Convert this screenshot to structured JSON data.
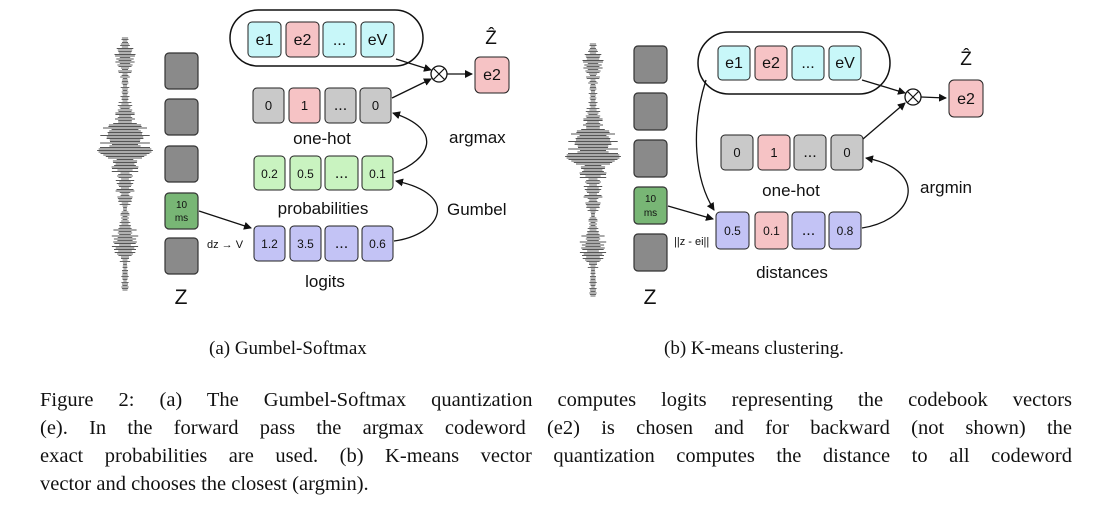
{
  "panel_a": {
    "codebook": [
      "e1",
      "e2",
      "...",
      "eV"
    ],
    "output_label": "Ẑ",
    "output_cell": "e2",
    "onehot_values": [
      "0",
      "1",
      "...",
      "0"
    ],
    "onehot_label": "one-hot",
    "prob_values": [
      "0.2",
      "0.5",
      "...",
      "0.1"
    ],
    "prob_label": "probabilities",
    "logit_values": [
      "1.2",
      "3.5",
      "...",
      "0.6"
    ],
    "logit_label": "logits",
    "argmax_label": "argmax",
    "gumbel_label": "Gumbel",
    "projection_label": "dz → V",
    "frame_label_line1": "10",
    "frame_label_line2": "ms",
    "z_label": "Z",
    "subcaption": "(a) Gumbel-Softmax"
  },
  "panel_b": {
    "codebook": [
      "e1",
      "e2",
      "...",
      "eV"
    ],
    "output_label": "Ẑ",
    "output_cell": "e2",
    "onehot_values": [
      "0",
      "1",
      "...",
      "0"
    ],
    "onehot_label": "one-hot",
    "dist_values": [
      "0.5",
      "0.1",
      "...",
      "0.8"
    ],
    "dist_label": "distances",
    "argmin_label": "argmin",
    "distance_label": "||z - ei||",
    "frame_label_line1": "10",
    "frame_label_line2": "ms",
    "z_label": "Z",
    "subcaption": "(b) K-means clustering."
  },
  "caption": {
    "lines": [
      "Figure 2: (a) The Gumbel-Softmax quantization computes logits representing the codebook vectors",
      "(e).  In the forward pass the argmax codeword (e2) is chosen and for backward (not shown) the",
      "exact probabilities are used. (b) K-means vector quantization computes the distance to all codeword",
      "vector and chooses the closest (argmin)."
    ]
  },
  "colors": {
    "cyan": "#c8f7f9",
    "pink": "#f6c3c5",
    "gray_cell": "#c9c9c9",
    "green": "#c9f3c0",
    "purple": "#c3c3f5",
    "frame_gray": "#8a8a8a",
    "frame_green": "#78b675",
    "waveform": "#555555"
  }
}
